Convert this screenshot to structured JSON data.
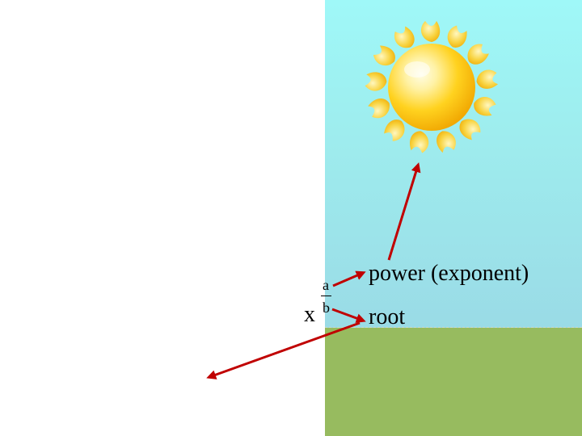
{
  "expression": {
    "base": "x",
    "exponent_numerator": "a",
    "exponent_denominator": "b"
  },
  "labels": {
    "power": "power (exponent)",
    "root": "root"
  },
  "icons": {
    "sun": "sun-icon"
  },
  "colors": {
    "sky_top": "#9ff8f8",
    "sky_bottom": "#9adbe6",
    "ground": "#97bb5f",
    "arrow": "#c00000",
    "sun_core": "#ffd21f",
    "sun_rays": "#f7c515"
  }
}
